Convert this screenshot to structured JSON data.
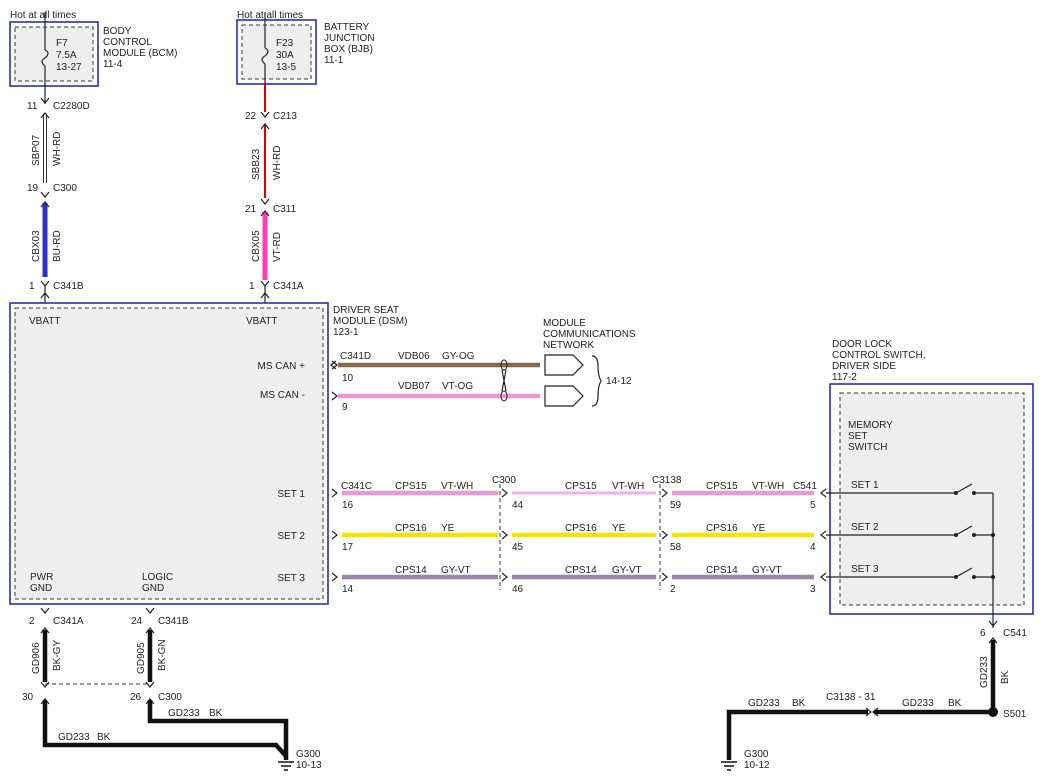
{
  "colors": {
    "module_box": "#2a2fb0",
    "red": "#e00000",
    "blue": "#2a2fd0",
    "pink": "#ff3cb4",
    "light_pink": "#e89ad8",
    "brown": "#8a6a4a",
    "yellow": "#f2e600",
    "gray_violet": "#9a86a6"
  },
  "bcm": {
    "hot": "Hot at all times",
    "fuse": [
      "F7",
      "7.5A",
      "13-27"
    ],
    "label": [
      "BODY",
      "CONTROL",
      "MODULE (BCM)",
      "11-4"
    ]
  },
  "bjb": {
    "hot": "Hot at all times",
    "fuse": [
      "F23",
      "30A",
      "13-5"
    ],
    "label": [
      "BATTERY",
      "JUNCTION",
      "BOX (BJB)",
      "11-1"
    ]
  },
  "left_feed": {
    "pin1": "11",
    "conn1": "C2280D",
    "wire1": "SBP07",
    "color1": "WH-RD",
    "pin2": "19",
    "conn2": "C300",
    "wire2": "CBX03",
    "color2": "BU-RD",
    "pin3": "1",
    "conn3": "C341B"
  },
  "right_feed": {
    "pin1": "22",
    "conn1": "C213",
    "wire1": "SBB23",
    "color1": "WH-RD",
    "pin2": "21",
    "conn2": "C311",
    "wire2": "CBX05",
    "color2": "VT-RD",
    "pin3": "1",
    "conn3": "C341A"
  },
  "dsm": {
    "label": [
      "DRIVER SEAT",
      "MODULE (DSM)",
      "123-1"
    ],
    "vbatt": "VBATT",
    "ms_can_plus": "MS CAN +",
    "ms_can_minus": "MS CAN -",
    "set1": "SET 1",
    "set2": "SET 2",
    "set3": "SET 3",
    "pwr_gnd": [
      "PWR",
      "GND"
    ],
    "logic_gnd": [
      "LOGIC",
      "GND"
    ]
  },
  "can": {
    "conn": "C341D",
    "plus_pin": "10",
    "plus_wire": "VDB06",
    "plus_color": "GY-OG",
    "minus_pin": "9",
    "minus_wire": "VDB07",
    "minus_color": "VT-OG",
    "network": [
      "MODULE",
      "COMMUNICATIONS",
      "NETWORK"
    ],
    "ref": "14-12"
  },
  "set_circuits": {
    "conn_a": "C341C",
    "conn_b": "C300",
    "conn_c": "C3138",
    "conn_d": "C541",
    "rows": [
      {
        "pins": [
          "16",
          "44",
          "59",
          "5"
        ],
        "wire": "CPS15",
        "color": "VT-WH"
      },
      {
        "pins": [
          "17",
          "45",
          "58",
          "4"
        ],
        "wire": "CPS16",
        "color": "YE"
      },
      {
        "pins": [
          "14",
          "46",
          "2",
          "3"
        ],
        "wire": "CPS14",
        "color": "GY-VT"
      }
    ]
  },
  "switch": {
    "label": [
      "DOOR LOCK",
      "CONTROL SWITCH,",
      "DRIVER SIDE",
      "117-2"
    ],
    "inner": [
      "MEMORY",
      "SET",
      "SWITCH"
    ],
    "sets": [
      "SET 1",
      "SET 2",
      "SET 3"
    ]
  },
  "left_ground": {
    "pwr_pin": "2",
    "pwr_conn": "C341A",
    "pwr_wire": "GD906",
    "pwr_color": "BK-GY",
    "logic_pin": "24",
    "logic_conn": "C341B",
    "logic_wire": "GD905",
    "logic_color": "BK-GN",
    "c300_pin_a": "30",
    "c300_pin_b": "26",
    "c300": "C300",
    "gd_a": "GD233",
    "gd_a_color": "BK",
    "gd_b": "GD233",
    "gd_b_color": "BK",
    "ground": "G300",
    "ground_ref": "10-13"
  },
  "right_ground": {
    "pin": "6",
    "conn": "C541",
    "wire": "GD233",
    "color": "BK",
    "splice": "S501",
    "seg_wire": "GD233",
    "seg_color": "BK",
    "c3138": "C3138 - 31",
    "left_wire": "GD233",
    "left_color": "BK",
    "ground": "G300",
    "ground_ref": "10-12"
  }
}
